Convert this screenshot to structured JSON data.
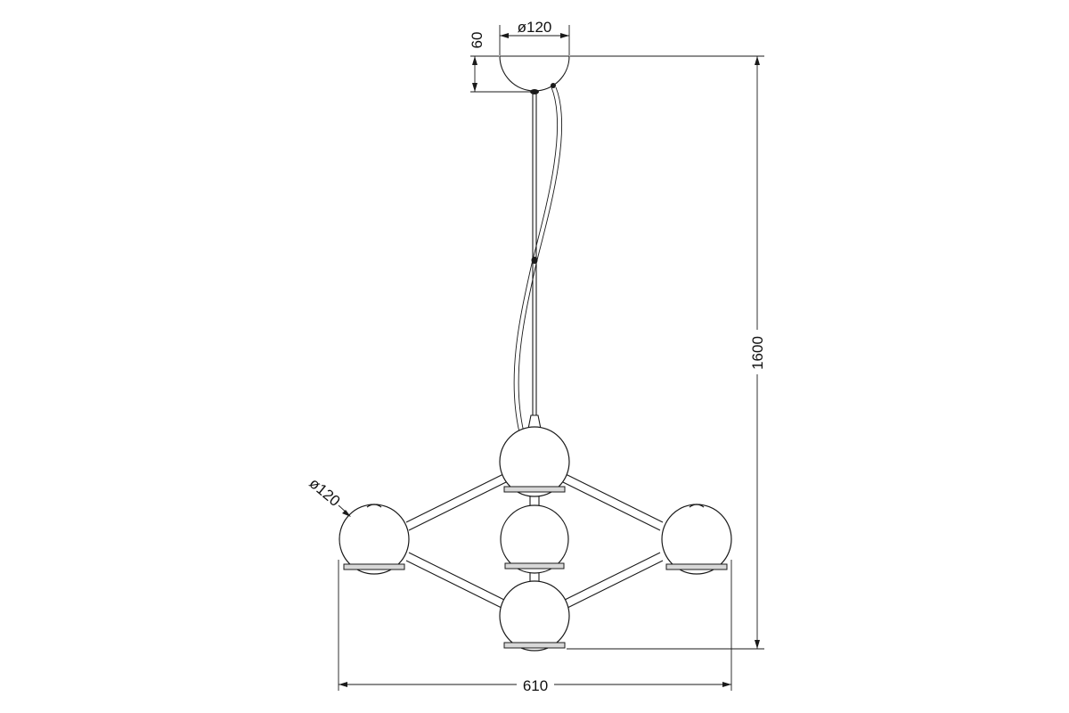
{
  "dimensions": {
    "canopy_diameter": "ø120",
    "canopy_height": "60",
    "total_height": "1600",
    "total_width": "610",
    "shade_diameter": "ø120"
  }
}
